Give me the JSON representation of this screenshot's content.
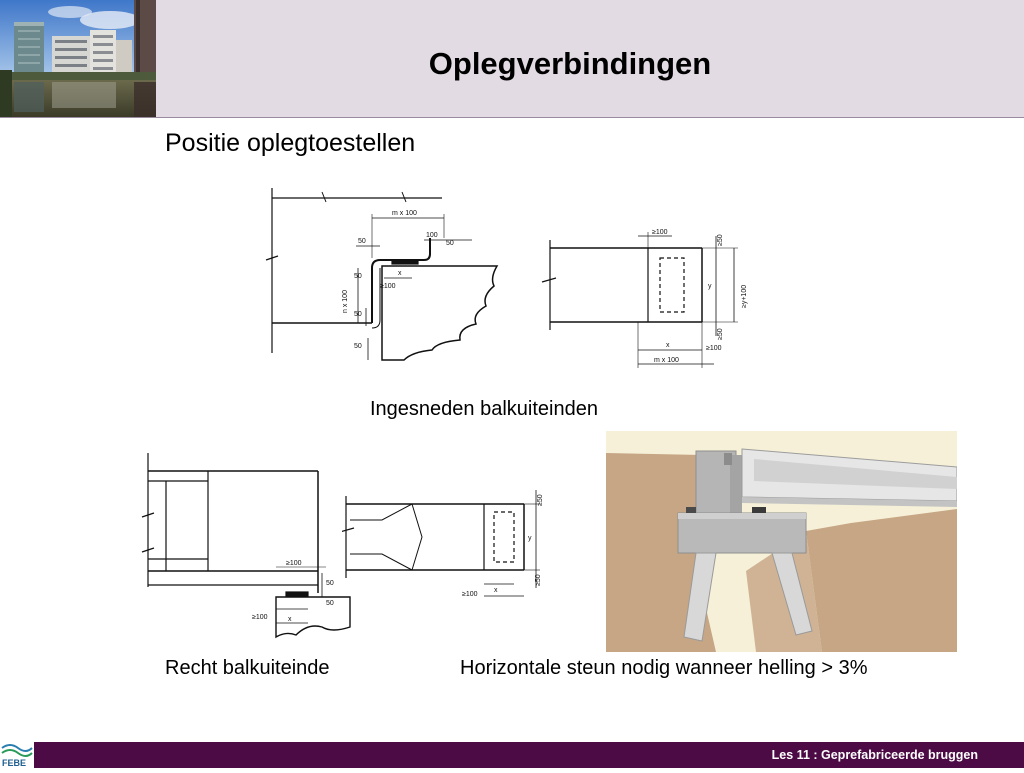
{
  "header": {
    "title": "Oplegverbindingen",
    "photo_icon": "building-waterfront-photo"
  },
  "content": {
    "subtitle": "Positie oplegtoestellen",
    "caption_notched": "Ingesneden balkuiteinden",
    "caption_straight": "Recht balkuiteinde",
    "caption_horizontal": "Horizontale steun nodig  wanneer helling > 3%"
  },
  "drawings": {
    "notched_side": {
      "labels": [
        "m x 100",
        "50",
        "100",
        "50",
        "50",
        "x",
        "≥100",
        "n x 100",
        "50",
        "50"
      ]
    },
    "notched_plan": {
      "labels": [
        "≥100",
        "≥50",
        "y",
        "≥y+100",
        "≥50",
        "x",
        "≥100",
        "m x 100"
      ]
    },
    "straight_side": {
      "labels": [
        "≥100",
        "50",
        "50",
        "≥100",
        "x"
      ]
    },
    "straight_plan": {
      "labels": [
        "≥50",
        "y",
        "≥50",
        "≥100",
        "x"
      ]
    }
  },
  "footer": {
    "course_label": "Les 11 : Geprefabriceerde bruggen",
    "logo_text": "FEBE"
  },
  "colors": {
    "header_background": "#e3dbe4",
    "footer_background": "#4d0b45",
    "soil": "#c6a684",
    "concrete": "#b5b5b5",
    "render_background": "#f6f0d8"
  }
}
